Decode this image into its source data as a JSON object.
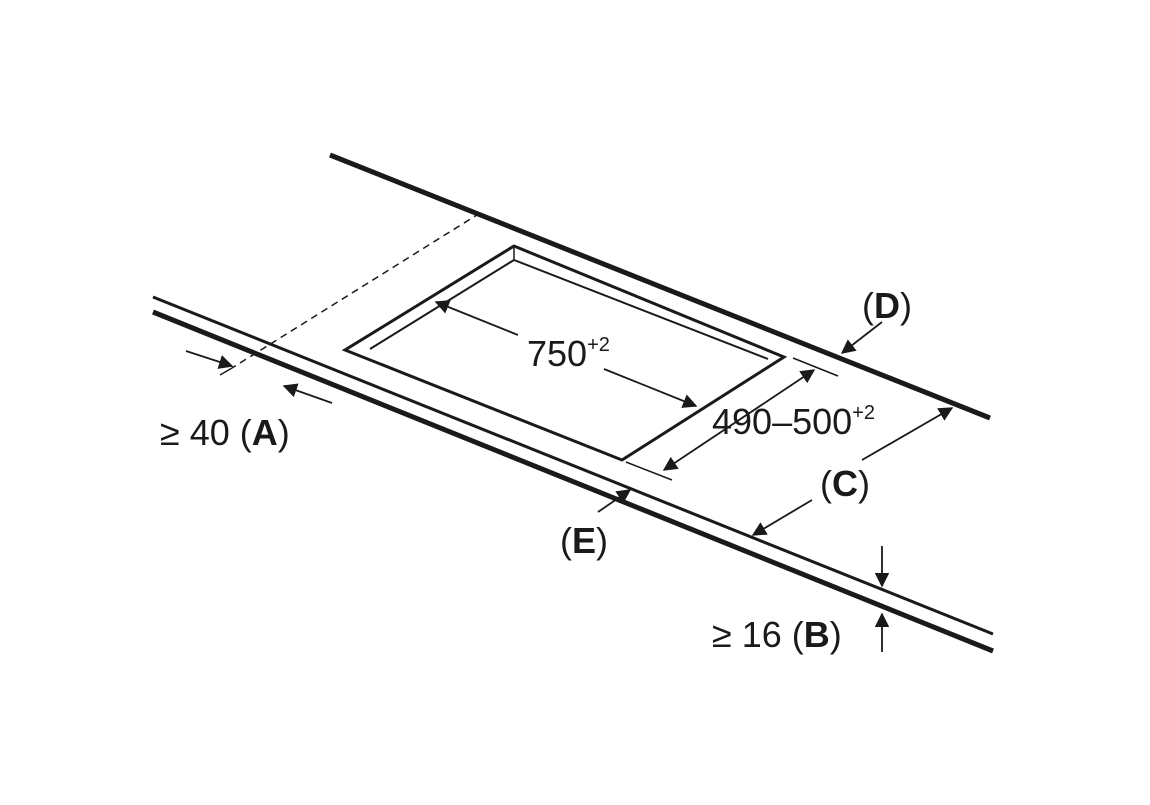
{
  "labels": {
    "cutout_length": {
      "value": "750",
      "tolerance": "+2"
    },
    "cutout_depth": {
      "value": "490–500",
      "tolerance": "+2"
    },
    "A": {
      "prefix": "≥ 40 (",
      "letter": "A",
      "suffix": ")"
    },
    "B": {
      "prefix": "≥ 16 (",
      "letter": "B",
      "suffix": ")"
    },
    "C": {
      "prefix": "(",
      "letter": "C",
      "suffix": ")"
    },
    "D": {
      "prefix": "(",
      "letter": "D",
      "suffix": ")"
    },
    "E": {
      "prefix": "(",
      "letter": "E",
      "suffix": ")"
    }
  }
}
